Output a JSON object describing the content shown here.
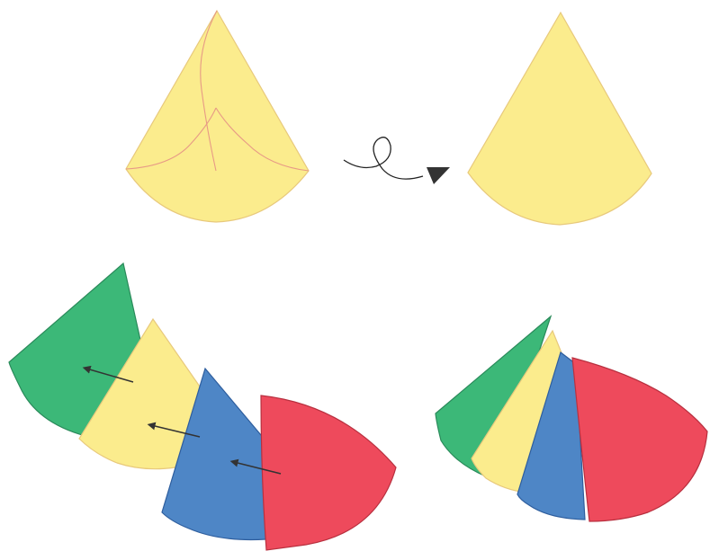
{
  "diagram": {
    "steps": [
      {
        "label": "",
        "content": "folded-cone-with-crease-lines"
      },
      {
        "label": "",
        "content": "turned-over-cone"
      },
      {
        "label": "",
        "content": "four-cones-sliding-together"
      },
      {
        "label": "",
        "content": "nested-cones-result"
      }
    ],
    "turn_over_symbol": "flip-over-icon",
    "colors": {
      "yellow": "#FBEC8D",
      "yellow_edge": "#E8CB73",
      "crease": "#E79A86",
      "green": "#3CB878",
      "green_edge": "#2A8A5A",
      "blue": "#4E86C6",
      "blue_edge": "#2E5E9E",
      "red": "#EE4A5C",
      "red_edge": "#B8303F",
      "arrow": "#333333"
    }
  }
}
